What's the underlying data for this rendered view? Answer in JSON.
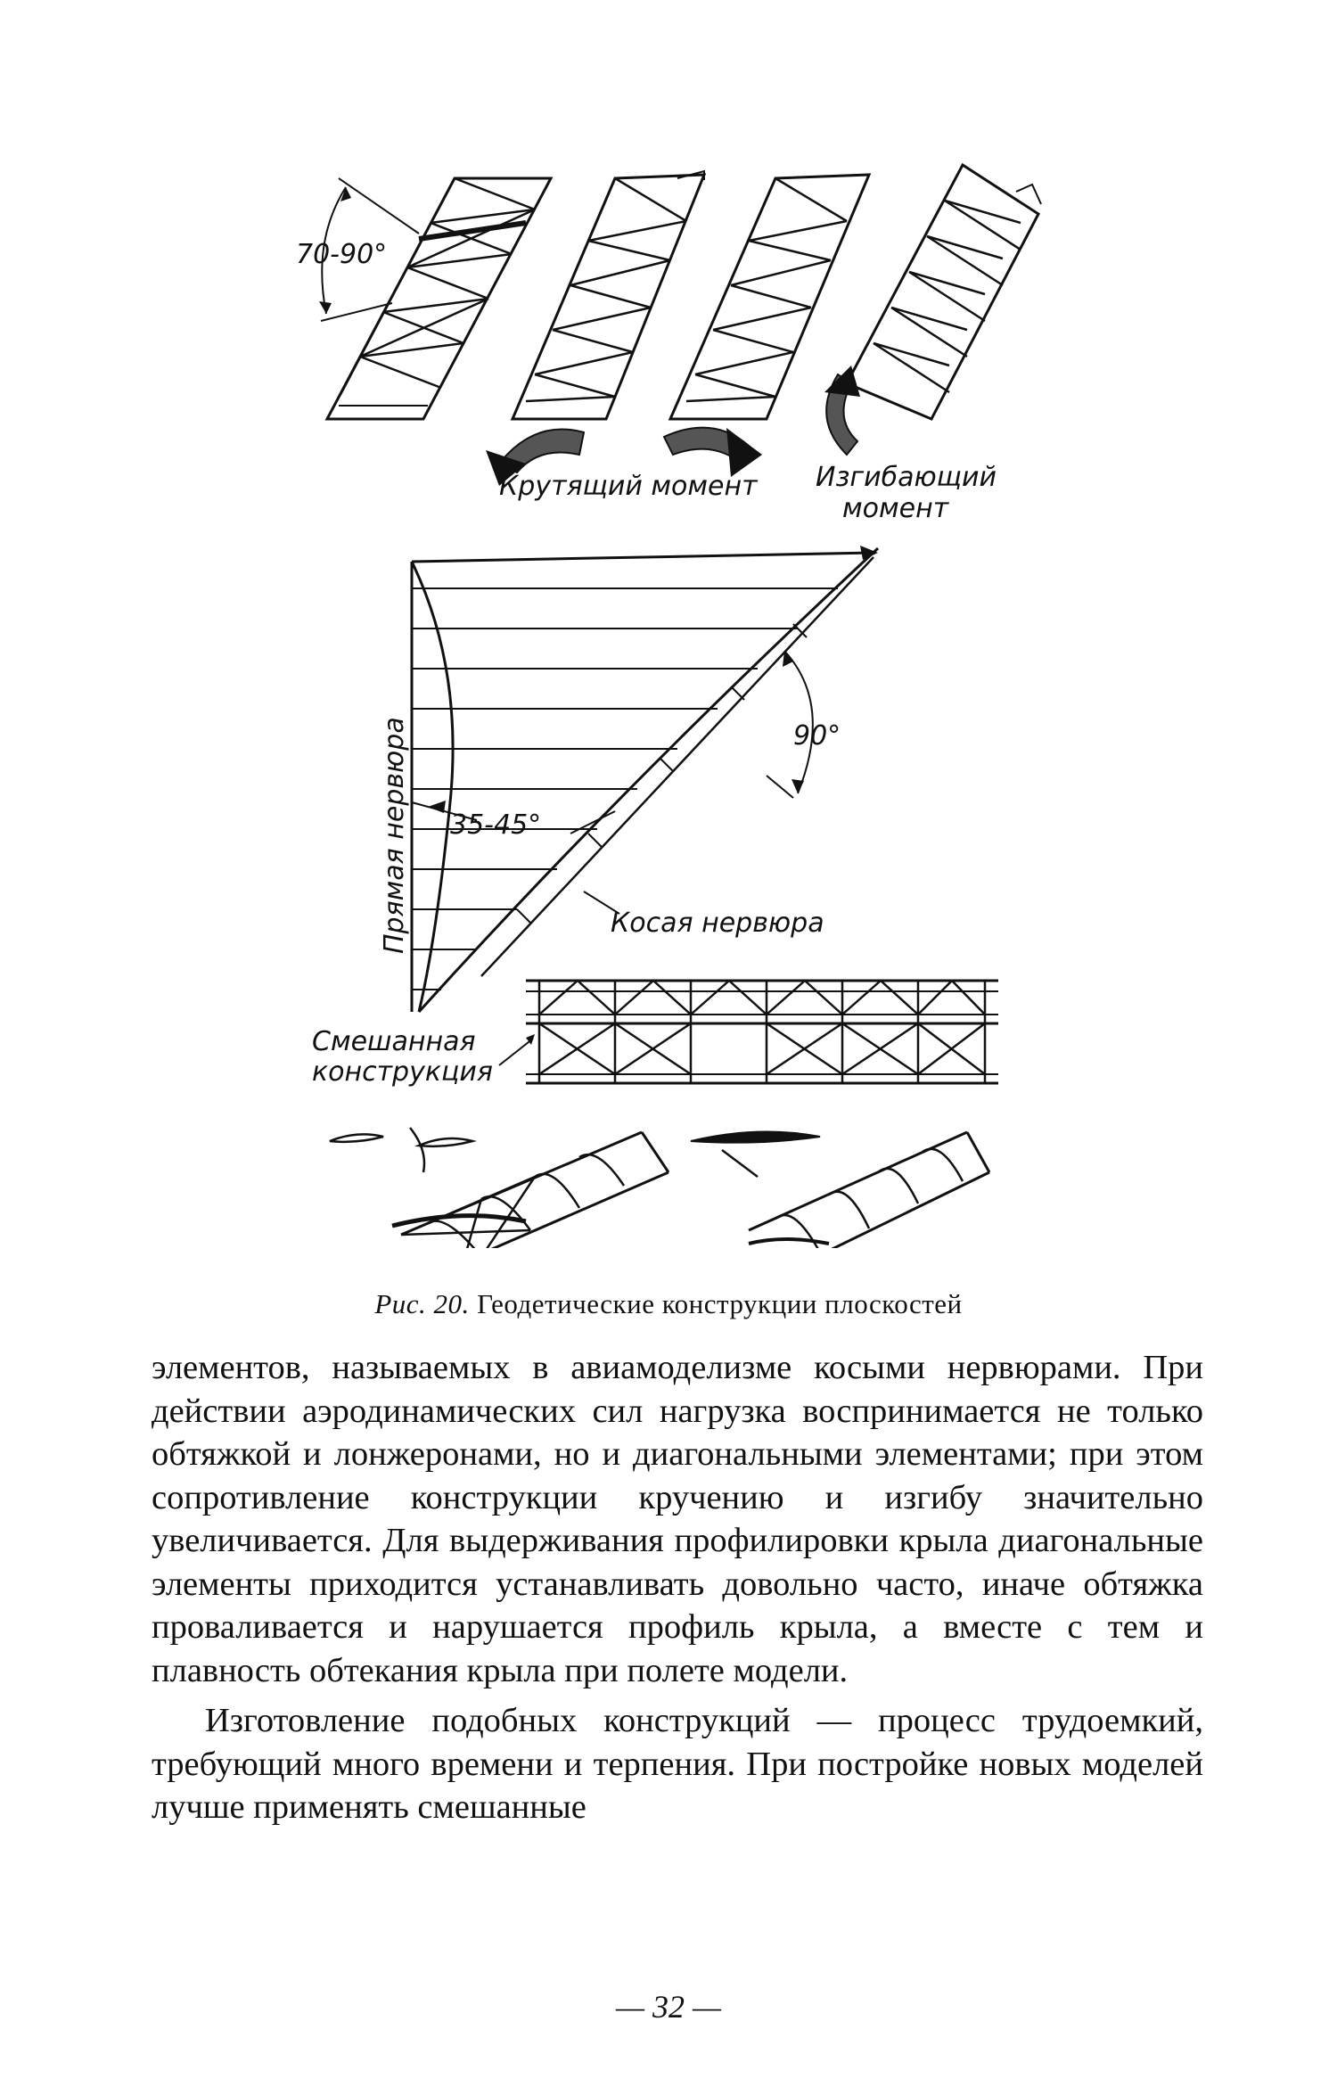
{
  "figure": {
    "labels": {
      "angle_top": "70-90°",
      "torque": "Крутящий момент",
      "bending_line1": "Изгибающий",
      "bending_line2": "момент",
      "straight_rib": "Прямая нервюра",
      "angle_right": "90°",
      "angle_diag": "35-45°",
      "diagonal_rib": "Косая нервюра",
      "mixed_line1": "Смешанная",
      "mixed_line2": "конструкция"
    }
  },
  "caption": {
    "prefix": "Рис. 20.",
    "text": "Геодетические конструкции плоскостей"
  },
  "paragraphs": [
    "элементов, называемых в авиамоделизме косыми нервюрами. При действии аэродинамических сил нагрузка воспринимается не только обтяжкой и лонжеронами, но и диагональными элементами; при этом сопротивление конструкции кручению и изгибу значительно увеличивается. Для выдерживания профилировки крыла диагональные элементы приходится устанавливать довольно часто, иначе обтяжка проваливается и нарушается профиль крыла, а вместе с тем и плавность обтекания крыла при полете модели.",
    "Изготовление подобных конструкций — процесс трудоемкий, требующий много времени и терпения. При постройке новых моделей лучше применять смешанные"
  ],
  "page_number": "— 32 —"
}
